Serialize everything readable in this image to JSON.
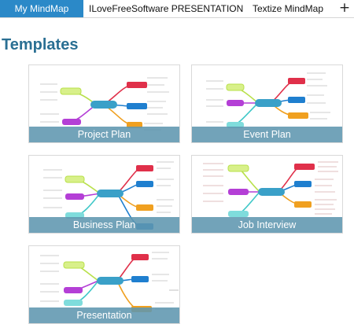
{
  "tabs": [
    {
      "label": "My MindMap",
      "active": true
    },
    {
      "label": "ILoveFreeSoftware PRESENTATION",
      "active": false
    },
    {
      "label": "Textize MindMap",
      "active": false
    }
  ],
  "add_tab_label": "+",
  "section_title": "Templates",
  "templates": [
    {
      "name": "Project Plan"
    },
    {
      "name": "Event Plan"
    },
    {
      "name": "Business Plan"
    },
    {
      "name": "Job Interview"
    },
    {
      "name": "Presentation"
    }
  ],
  "colors": {
    "active_tab": "#2b89c8",
    "title": "#2a6f93",
    "caption_bg": "#5f96af",
    "branch_red": "#e0304a",
    "branch_blue": "#1f7fcf",
    "branch_orange": "#f0a020",
    "branch_purple": "#b43fd6",
    "branch_green": "#b8e04a",
    "branch_teal": "#40c8c8",
    "center_node": "#3aa0c8"
  }
}
